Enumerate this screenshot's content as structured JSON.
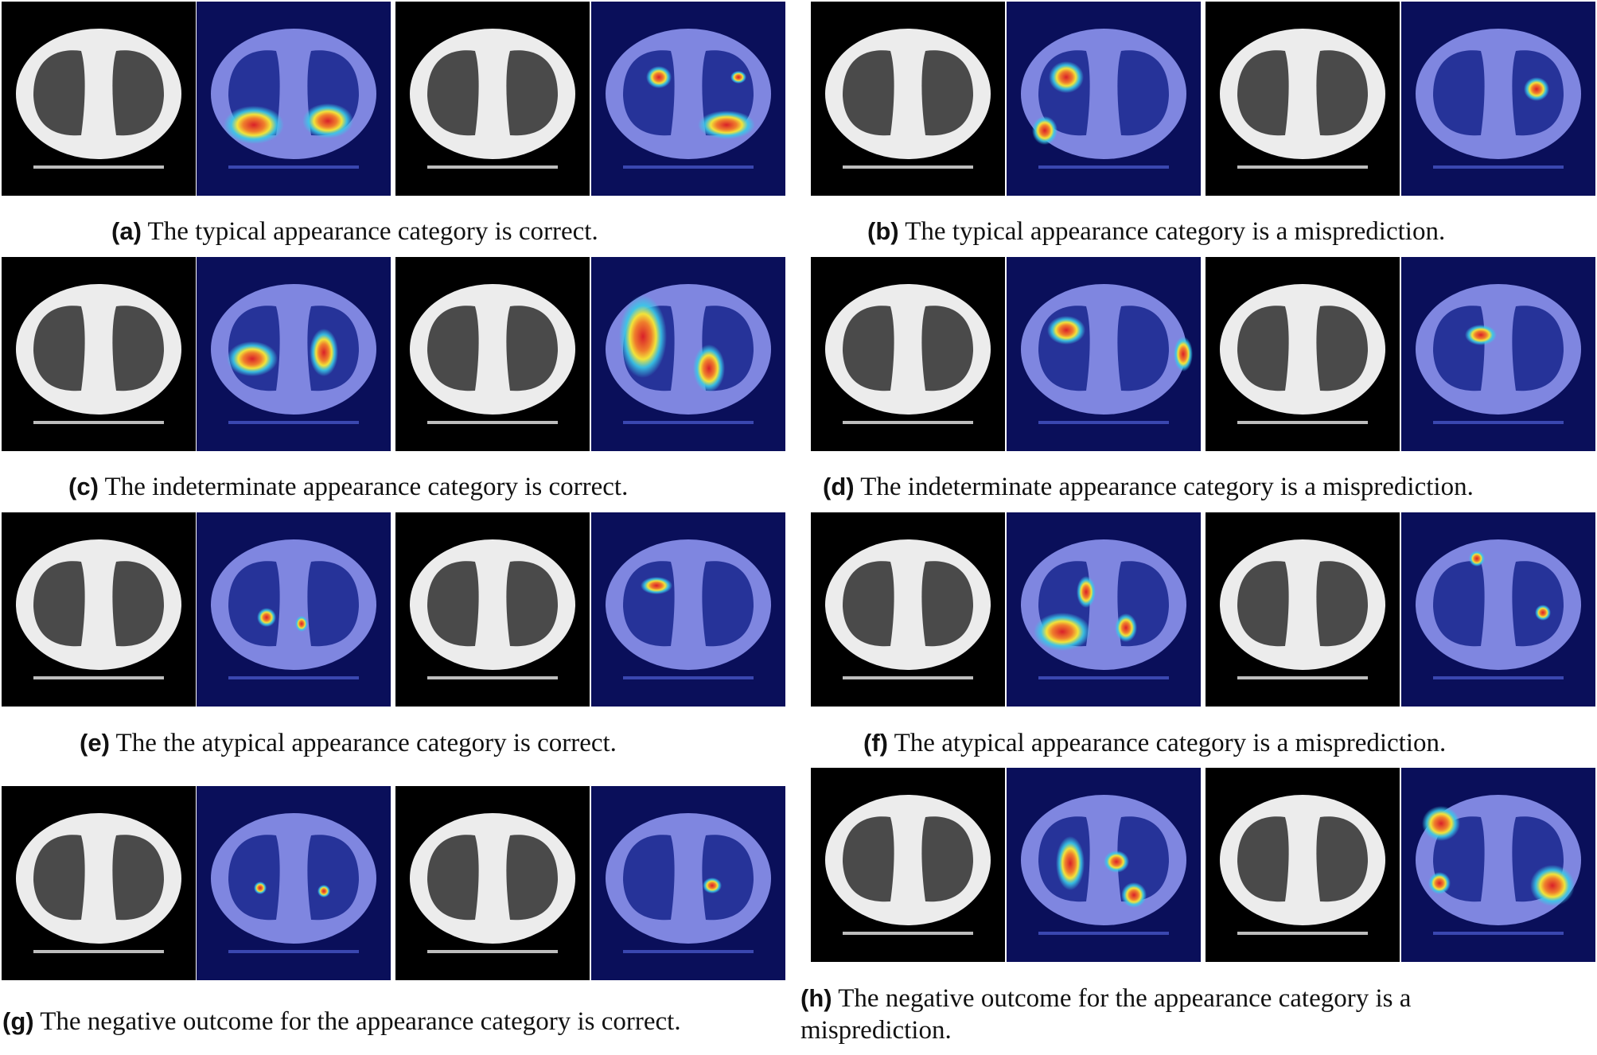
{
  "panels": [
    {
      "id": "a",
      "letter": "(a)",
      "caption": "The typical appearance category is correct."
    },
    {
      "id": "b",
      "letter": "(b)",
      "caption": "The typical appearance category is a misprediction."
    },
    {
      "id": "c",
      "letter": "(c)",
      "caption": "The indeterminate appearance category is correct."
    },
    {
      "id": "d",
      "letter": "(d)",
      "caption": "The indeterminate appearance category is a misprediction."
    },
    {
      "id": "e",
      "letter": "(e)",
      "caption": "The the atypical appearance category is correct."
    },
    {
      "id": "f",
      "letter": "(f)",
      "caption": "The atypical appearance category is a misprediction."
    },
    {
      "id": "g",
      "letter": "(g)",
      "caption": "The negative outcome for the appearance category is correct."
    },
    {
      "id": "h",
      "letter": "(h)",
      "caption": "The negative outcome for the appearance category is a misprediction."
    }
  ],
  "colors": {
    "ct_background": "#000000",
    "ct_body": "#f2f2f2",
    "ct_lung": "#3a3a3a",
    "heatmap_background": "#0a0f5a",
    "heatmap_body": "#7f86e0",
    "heatmap_lung": "#263399",
    "hot_core": "#d9202a",
    "hot_mid": "#f2e33a",
    "hot_edge": "#39c9e8"
  }
}
